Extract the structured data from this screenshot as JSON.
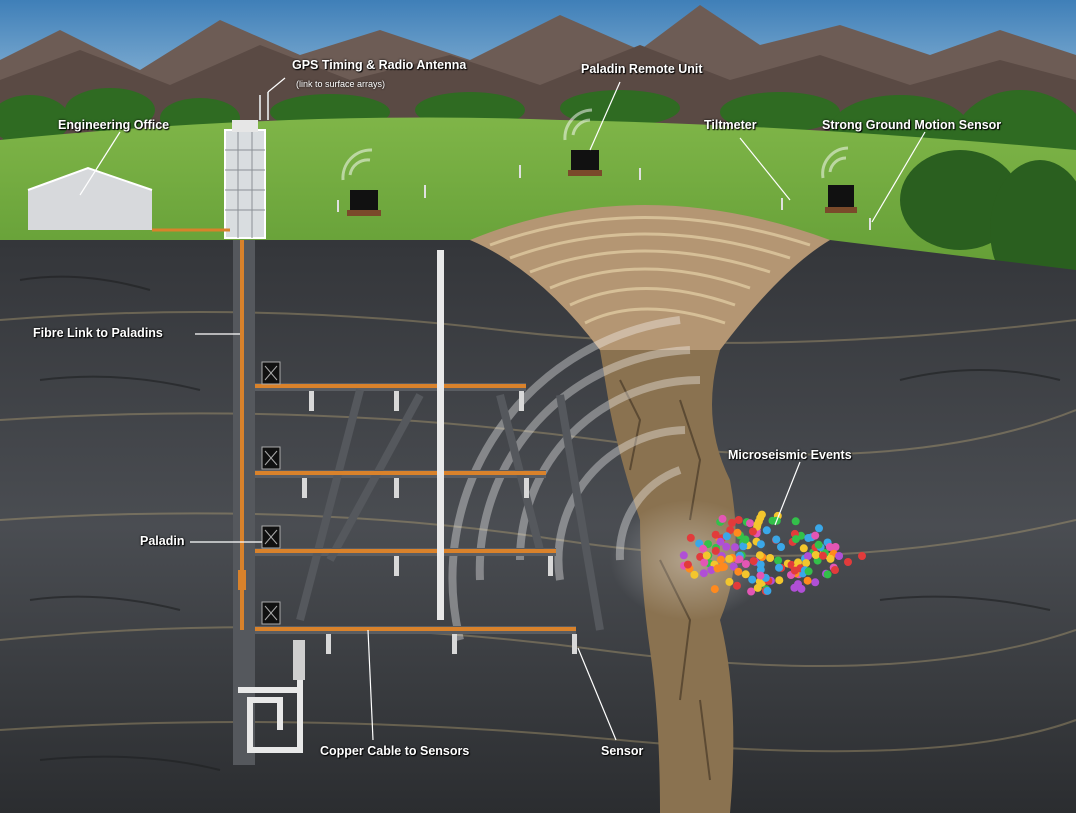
{
  "labels": {
    "gps_antenna": "GPS Timing & Radio Antenna",
    "gps_antenna_sub": "(link to surface arrays)",
    "paladin_remote_unit": "Paladin Remote Unit",
    "engineering_office": "Engineering Office",
    "tiltmeter": "Tiltmeter",
    "strong_ground_motion_sensor": "Strong Ground Motion Sensor",
    "fibre_link": "Fibre Link to Paladins",
    "microseismic_events": "Microseismic Events",
    "paladin": "Paladin",
    "copper_cable": "Copper Cable to Sensors",
    "sensor": "Sensor"
  },
  "colors": {
    "sky": "#5b8fbf",
    "mountain": "#6d5c55",
    "grass": "#6fa73c",
    "trees": "#2f6b22",
    "rock": "#3a3c3f",
    "cable": "#d9822b",
    "ore_body": "#8a7250",
    "crater": "#b49673"
  },
  "events_palette": [
    "#e23b3b",
    "#33c04a",
    "#3aa7e8",
    "#f3c62d",
    "#b04fd6",
    "#ff8a1e",
    "#e356b5"
  ]
}
